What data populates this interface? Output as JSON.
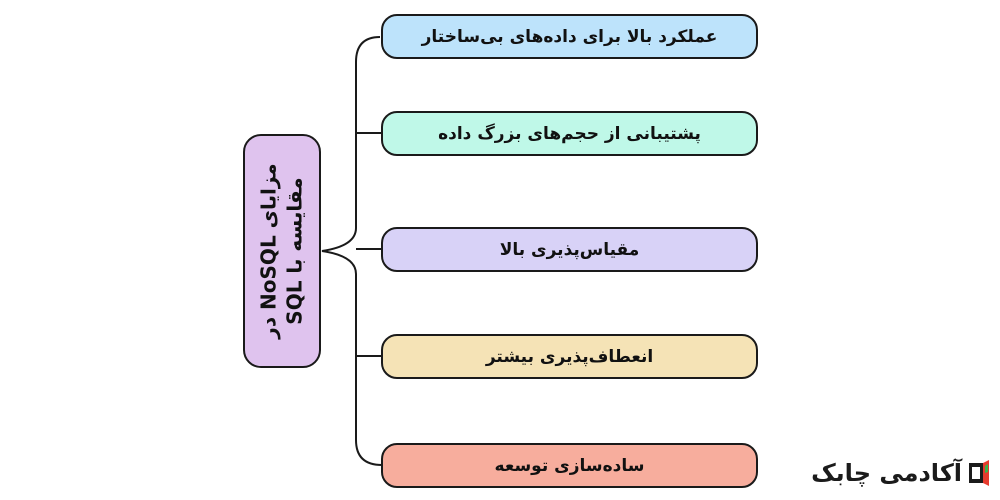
{
  "root": {
    "line1": "مزایای NoSQL در",
    "line2": "مقایسه با SQL",
    "color": "#dfc3ee"
  },
  "branches": [
    {
      "label": "عملکرد بالا برای داده‌های بی‌ساختار",
      "color": "#bde3fb"
    },
    {
      "label": "پشتیبانی از حجم‌های بزرگ داده",
      "color": "#bff8e8"
    },
    {
      "label": "مقیاس‌پذیری بالا",
      "color": "#d8d2f7"
    },
    {
      "label": "انعطاف‌پذیری بیشتر",
      "color": "#f5e3b6"
    },
    {
      "label": "ساده‌سازی توسعه",
      "color": "#f7ad9d"
    }
  ],
  "logo": {
    "text": "آکادمی چابک",
    "icon": "chabok-logo-icon"
  }
}
